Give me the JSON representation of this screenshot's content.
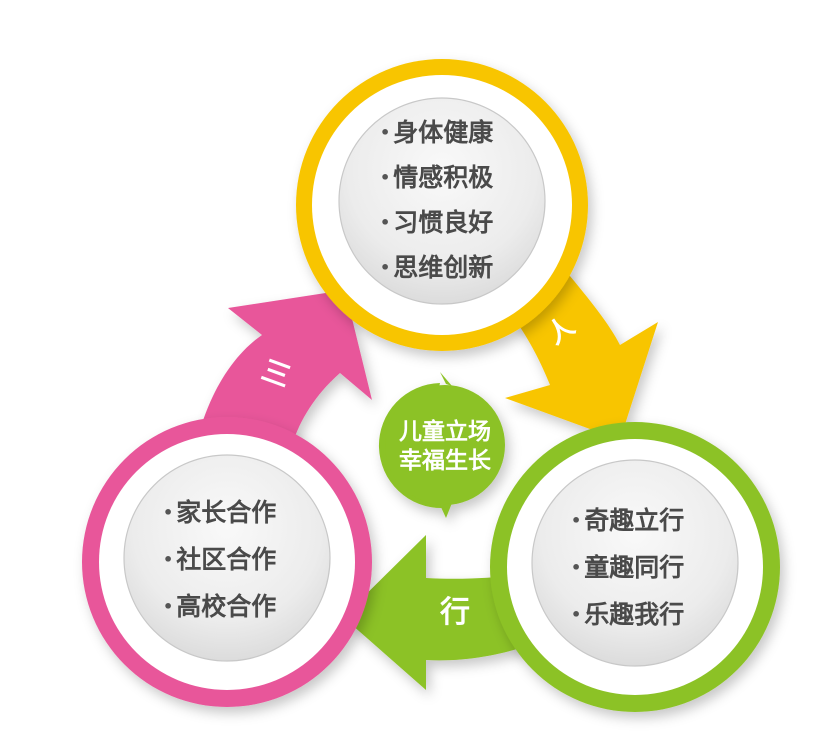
{
  "colors": {
    "yellow": "#f8c500",
    "green": "#8cc225",
    "pink": "#e8579a",
    "inner_gray": "#eeeeee",
    "text_gray": "#4a4a4a",
    "white": "#ffffff"
  },
  "center": {
    "line1": "儿童立场",
    "line2": "幸福生长"
  },
  "circles": {
    "top": {
      "color_name": "yellow",
      "items": [
        {
          "bullet": "•",
          "text": "身体健康"
        },
        {
          "bullet": "•",
          "text": "情感积极"
        },
        {
          "bullet": "•",
          "text": "习惯良好"
        },
        {
          "bullet": "•",
          "text": "思维创新"
        }
      ]
    },
    "right": {
      "color_name": "green",
      "items": [
        {
          "bullet": "•",
          "text": "奇趣立行"
        },
        {
          "bullet": "•",
          "text": "童趣同行"
        },
        {
          "bullet": "•",
          "text": "乐趣我行"
        }
      ]
    },
    "left": {
      "color_name": "pink",
      "items": [
        {
          "bullet": "•",
          "text": "家长合作"
        },
        {
          "bullet": "•",
          "text": "社区合作"
        },
        {
          "bullet": "•",
          "text": "高校合作"
        }
      ]
    }
  },
  "arrows": {
    "yellow_arrow_label": "人",
    "green_arrow_label": "行",
    "pink_arrow_label": "三"
  }
}
